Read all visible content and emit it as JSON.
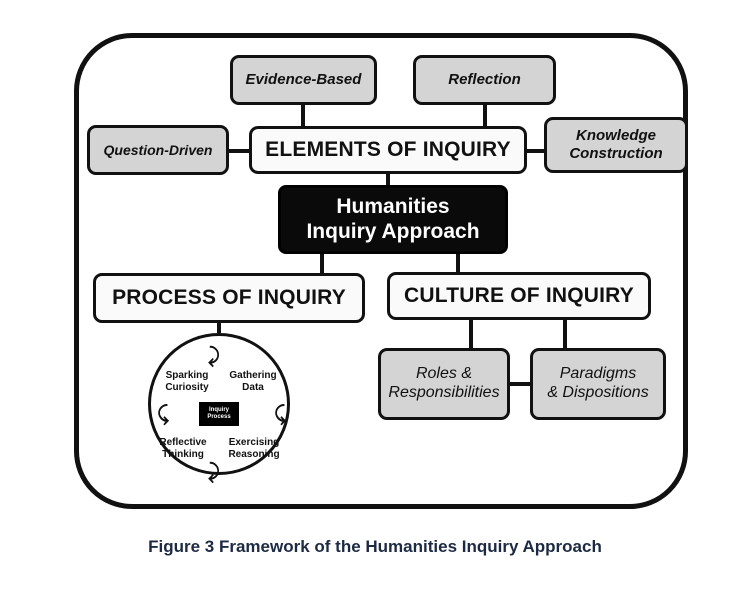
{
  "diagram": {
    "center": "Humanities\nInquiry Approach",
    "elements": {
      "title": "ELEMENTS OF INQUIRY",
      "items": [
        "Evidence-Based",
        "Reflection",
        "Question-Driven",
        "Knowledge\nConstruction"
      ]
    },
    "process": {
      "title": "PROCESS OF INQUIRY",
      "cycle_center": "Inquiry\nProcess",
      "steps": [
        "Sparking\nCuriosity",
        "Gathering\nData",
        "Exercising\nReasoning",
        "Reflective\nThinking"
      ]
    },
    "culture": {
      "title": "CULTURE OF INQUIRY",
      "items": [
        "Roles &\nResponsibilities",
        "Paradigms\n& Dispositions"
      ]
    }
  },
  "caption": "Figure 3 Framework of the Humanities Inquiry Approach"
}
